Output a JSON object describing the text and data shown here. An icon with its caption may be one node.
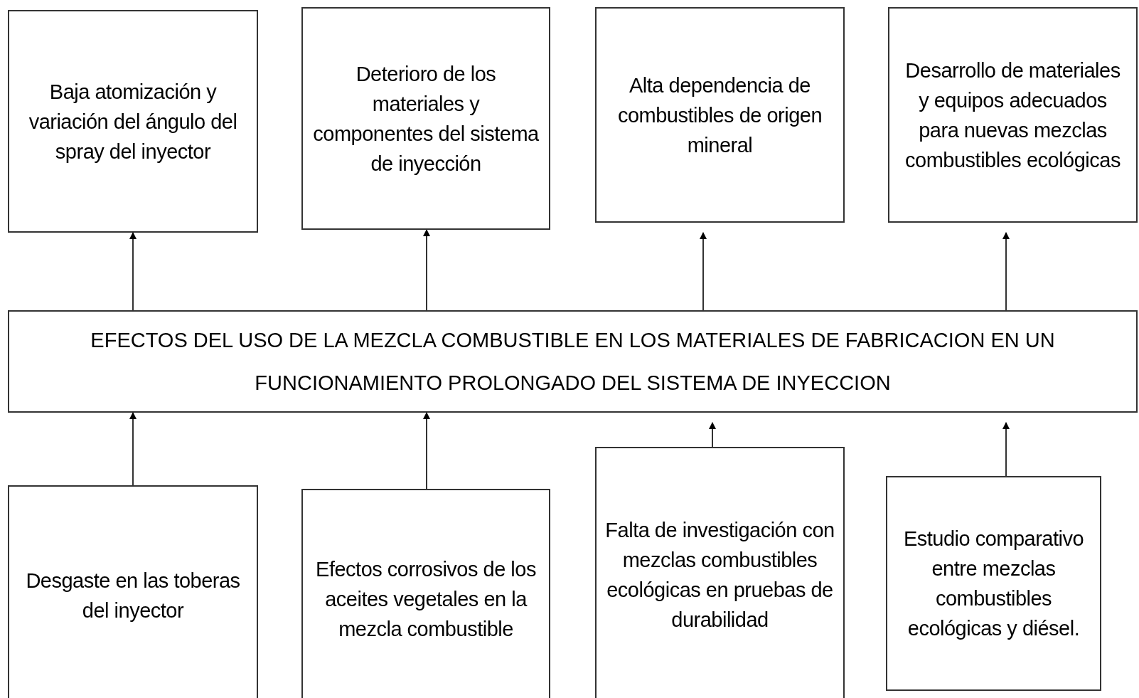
{
  "diagram": {
    "nodes": [
      {
        "text": [
          "Baja atomización y variación del ángulo del spray del inyector"
        ]
      },
      {
        "text": [
          "Deterioro de los materiales y componentes del sistema de inyección"
        ]
      },
      {
        "text": [
          "Alta dependencia de combustibles de origen mineral"
        ]
      },
      {
        "text": [
          "Desarrollo de materiales y equipos adecuados para nuevas mezclas combustibles ecológicas"
        ]
      },
      {
        "text": [
          "EFECTOS DEL USO DE LA MEZCLA COMBUSTIBLE EN LOS MATERIALES DE FABRICACION EN UN FUNCIONAMIENTO PROLONGADO DEL SISTEMA DE INYECCION"
        ]
      },
      {
        "text": [
          "Desgaste en las toberas del inyector"
        ]
      },
      {
        "text": [
          "Efectos corrosivos de los aceites vegetales en la mezcla combustible"
        ]
      },
      {
        "text": [
          "Falta de investigación con mezclas combustibles ecológicas en pruebas de durabilidad"
        ]
      },
      {
        "text": [
          "Estudio comparativo entre mezclas combustibles ecológicas y diésel."
        ]
      }
    ],
    "edges": [
      {
        "from": 4,
        "to": 0,
        "arrow": "to"
      },
      {
        "from": 4,
        "to": 1,
        "arrow": "to"
      },
      {
        "from": 4,
        "to": 2,
        "arrow": "to"
      },
      {
        "from": 4,
        "to": 3,
        "arrow": "to"
      },
      {
        "from": 5,
        "to": 4,
        "arrow": "to"
      },
      {
        "from": 6,
        "to": 4,
        "arrow": "to"
      },
      {
        "from": 7,
        "to": 4,
        "arrow": "to"
      },
      {
        "from": 8,
        "to": 4,
        "arrow": "to"
      }
    ]
  }
}
